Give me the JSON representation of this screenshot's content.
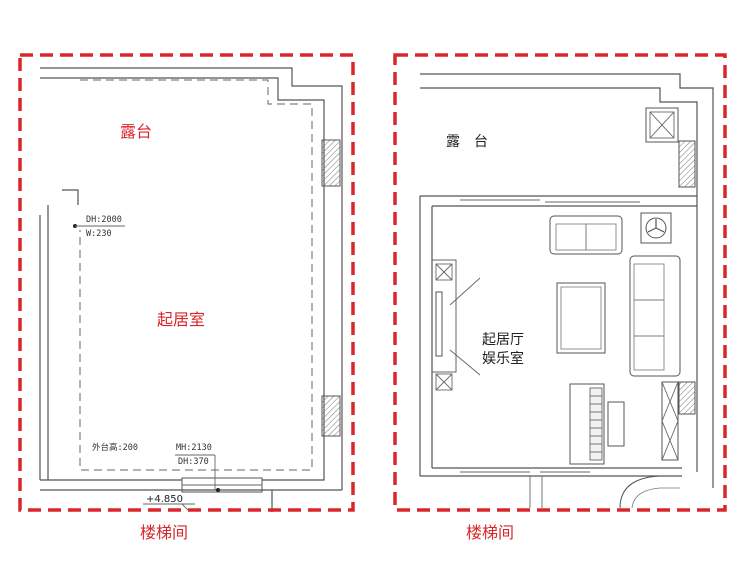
{
  "before_plan": {
    "terrace_label": "露台",
    "room_label": "起居室",
    "door_dim_1": "DH:2000",
    "door_dim_2": "W:230",
    "window_sill_label": "外台高:200",
    "window_dim_1": "MH:2130",
    "window_dim_2": "DH:370",
    "elevation_label": "+4.850",
    "stair_label": "楼梯间"
  },
  "after_plan": {
    "terrace_label": "露　台",
    "room_label_line1": "起居厅",
    "room_label_line2": "娱乐室",
    "stair_label": "楼梯间"
  },
  "colors": {
    "highlight_border": "#d9262b",
    "label_red": "#d9262b",
    "line": "#555555"
  }
}
